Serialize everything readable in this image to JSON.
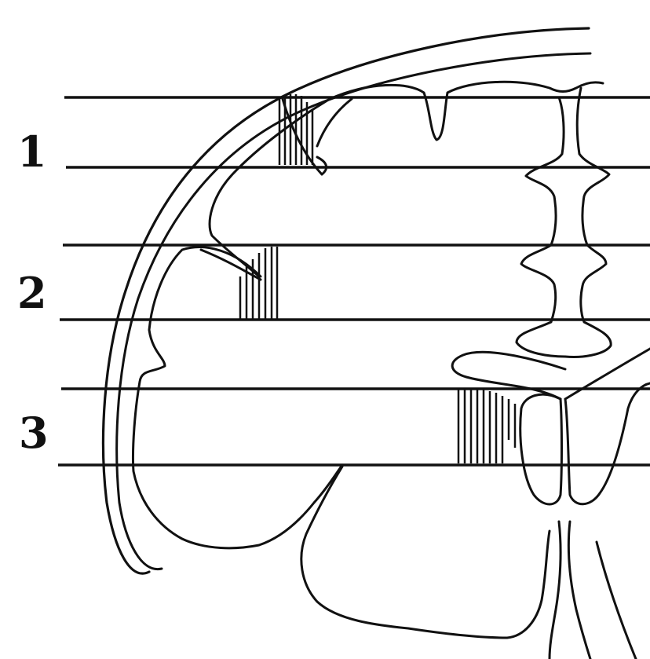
{
  "diagram": {
    "bands": [
      {
        "label": "1"
      },
      {
        "label": "2"
      },
      {
        "label": "3"
      }
    ],
    "ink_color": "#111111",
    "background_color": "#ffffff"
  }
}
